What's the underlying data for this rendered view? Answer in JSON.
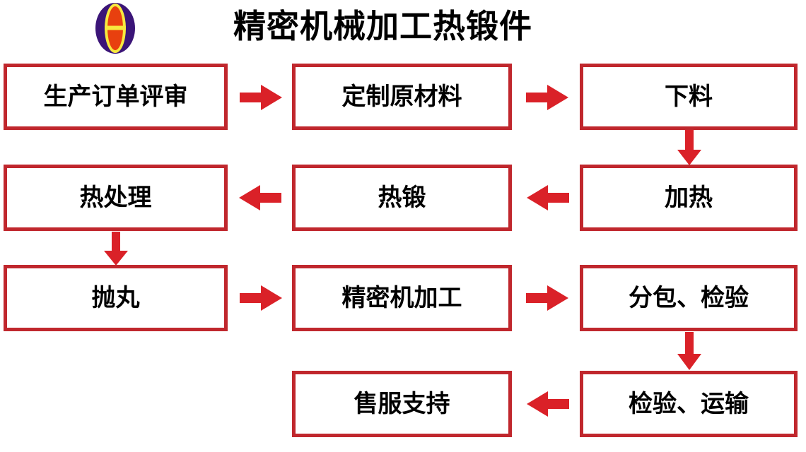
{
  "header": {
    "title": "精密机械加工热锻件",
    "logo_name": "company-logo"
  },
  "theme": {
    "box_border_color": "#C0272D",
    "arrow_color": "#DA2128",
    "box_fill_color": "#FFFFFF",
    "text_color": "#000000",
    "logo_outer_color": "#3B1578",
    "logo_ring_color": "#F7E93E",
    "logo_inner_color": "#E8400F",
    "background_color": "#FFFFFF"
  },
  "chart_data": {
    "type": "diagram",
    "title": "精密机械加工热锻件",
    "nodes": [
      {
        "id": "n1",
        "label": "生产订单评审",
        "row": 1,
        "col": 1
      },
      {
        "id": "n2",
        "label": "定制原材料",
        "row": 1,
        "col": 2
      },
      {
        "id": "n3",
        "label": "下料",
        "row": 1,
        "col": 3
      },
      {
        "id": "n4",
        "label": "热处理",
        "row": 2,
        "col": 1
      },
      {
        "id": "n5",
        "label": "热锻",
        "row": 2,
        "col": 2
      },
      {
        "id": "n6",
        "label": "加热",
        "row": 2,
        "col": 3
      },
      {
        "id": "n7",
        "label": "抛丸",
        "row": 3,
        "col": 1
      },
      {
        "id": "n8",
        "label": "精密机加工",
        "row": 3,
        "col": 2
      },
      {
        "id": "n9",
        "label": "分包、检验",
        "row": 3,
        "col": 3
      },
      {
        "id": "n10",
        "label": "售服支持",
        "row": 4,
        "col": 2
      },
      {
        "id": "n11",
        "label": "检验、运输",
        "row": 4,
        "col": 3
      }
    ],
    "edges": [
      {
        "from": "n1",
        "to": "n2",
        "direction": "right"
      },
      {
        "from": "n2",
        "to": "n3",
        "direction": "right"
      },
      {
        "from": "n3",
        "to": "n6",
        "direction": "down"
      },
      {
        "from": "n6",
        "to": "n5",
        "direction": "left"
      },
      {
        "from": "n5",
        "to": "n4",
        "direction": "left"
      },
      {
        "from": "n4",
        "to": "n7",
        "direction": "down"
      },
      {
        "from": "n7",
        "to": "n8",
        "direction": "right"
      },
      {
        "from": "n8",
        "to": "n9",
        "direction": "right"
      },
      {
        "from": "n9",
        "to": "n11",
        "direction": "down"
      },
      {
        "from": "n11",
        "to": "n10",
        "direction": "left"
      }
    ]
  },
  "nodes": {
    "n1": "生产订单评审",
    "n2": "定制原材料",
    "n3": "下料",
    "n4": "热处理",
    "n5": "热锻",
    "n6": "加热",
    "n7": "抛丸",
    "n8": "精密机加工",
    "n9": "分包、检验",
    "n10": "售服支持",
    "n11": "检验、运输"
  }
}
